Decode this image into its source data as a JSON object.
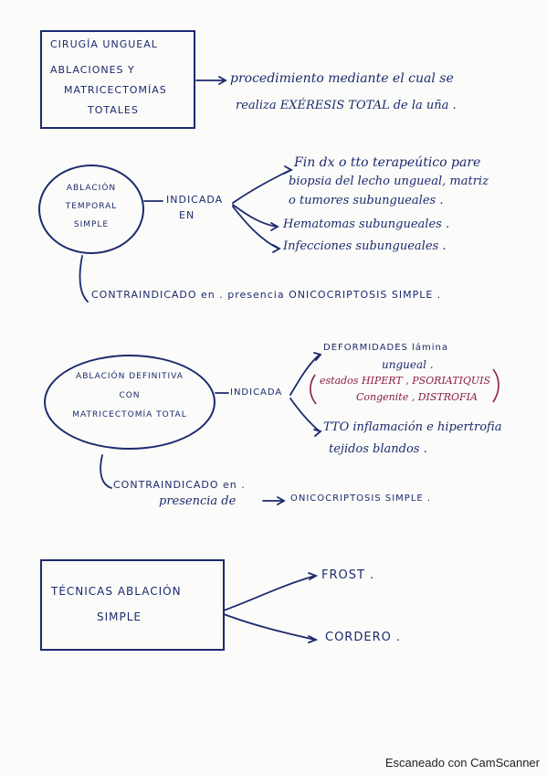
{
  "section1": {
    "box_lines": [
      "CIRUGÍA UNGUEAL",
      "ABLACIONES Y",
      "MATRICECTOMÍAS",
      "TOTALES"
    ],
    "definition_lines": [
      "procedimiento mediante el cual se",
      "realiza EXÉRESIS TOTAL de la uña ."
    ]
  },
  "section2": {
    "oval_lines": [
      "ABLACIÓN",
      "TEMPORAL",
      "SIMPLE"
    ],
    "indicated_lines": [
      "INDICADA",
      "EN"
    ],
    "branches": [
      "Fin dx o tto terapeútico pare",
      "biopsia del lecho ungueal, matriz",
      "o tumores subungueales .",
      "Hematomas subungueales .",
      "Infecciones subungueales ."
    ],
    "contraindication": "CONTRAINDICADO en . presencia  ONICOCRIPTOSIS SIMPLE ."
  },
  "section3": {
    "oval_lines": [
      "ABLACIÓN DEFINITIVA",
      "CON",
      "MATRICECTOMÍA TOTAL"
    ],
    "indicated": "INDICADA",
    "branch1_lines": [
      "DEFORMIDADES lámina",
      "ungueal ."
    ],
    "note_lines": [
      "estados HIPERT , PSORIATIQUIS",
      "Congenite , DISTROFIA"
    ],
    "branch2_lines": [
      "TTO inflamación e hipertrofia",
      "tejidos blandos ."
    ],
    "contraindication_lines": [
      "CONTRAINDICADO en .",
      "presencia de"
    ],
    "contraindication_target": "ONICOCRIPTOSIS SIMPLE ."
  },
  "section4": {
    "box_lines": [
      "TÉCNICAS ABLACIÓN",
      "SIMPLE"
    ],
    "technique_1": "FROST .",
    "technique_2": "CORDERO ."
  },
  "footer": "Escaneado con CamScanner"
}
